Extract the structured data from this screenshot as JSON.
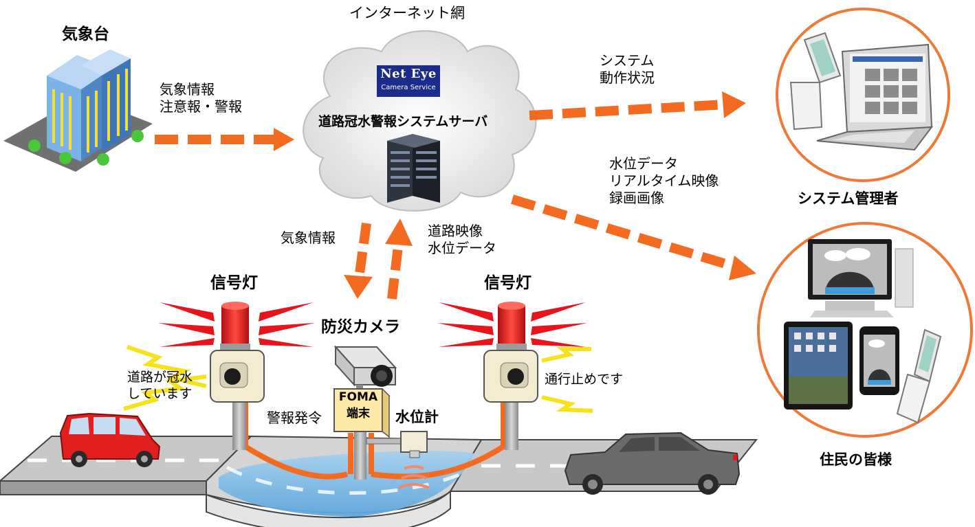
{
  "labels": {
    "weather_agency": "気象台",
    "weather_info_warning": "気象情報\n注意報・警報",
    "internet": "インターネット網",
    "server": "道路冠水警報システムサーバ",
    "system_status": "システム\n動作状況",
    "distribution": "水位データ\nリアルタイム映像\n録画画像",
    "admin": "システム管理者",
    "residents": "住民の皆様",
    "weather_info_down": "気象情報",
    "road_video_up": "道路映像\n水位データ",
    "signal_left": "信号灯",
    "signal_right": "信号灯",
    "camera": "防災カメラ",
    "foma": "FOMA\n端末",
    "water_gauge": "水位計",
    "alarm_command": "警報発令",
    "msg_left": "道路が冠水\nしています",
    "msg_right": "通行止めです"
  },
  "logo": {
    "main": "Net Eye",
    "sub": "Camera Service"
  },
  "colors": {
    "arrow": "#f26b21",
    "signal_red": "#e8141c",
    "lightning": "#f5e21a",
    "circle": "#ef7a38",
    "water": "#8fc3e8",
    "cable": "#f26b21",
    "logo_bg": "#1b2c8c"
  }
}
